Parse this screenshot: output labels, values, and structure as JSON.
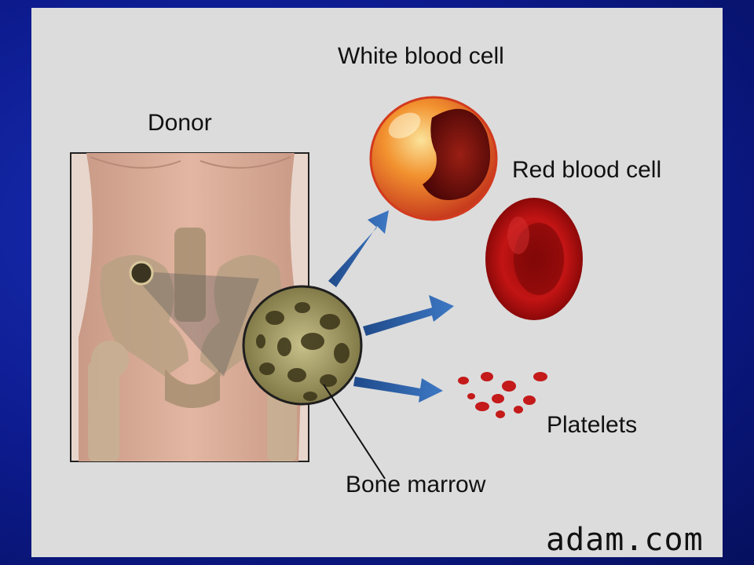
{
  "labels": {
    "donor": "Donor",
    "white_blood_cell": "White blood cell",
    "red_blood_cell": "Red blood cell",
    "platelets": "Platelets",
    "bone_marrow": "Bone marrow"
  },
  "credit": "adam.com",
  "colors": {
    "background": "#0c1a8c",
    "panel": "#dcdcdc",
    "skin": "#d9a894",
    "bone": "#b9a184",
    "arrow": "#2c5ea8",
    "red_cell": "#b01010",
    "white_cell": "#e8502a"
  }
}
